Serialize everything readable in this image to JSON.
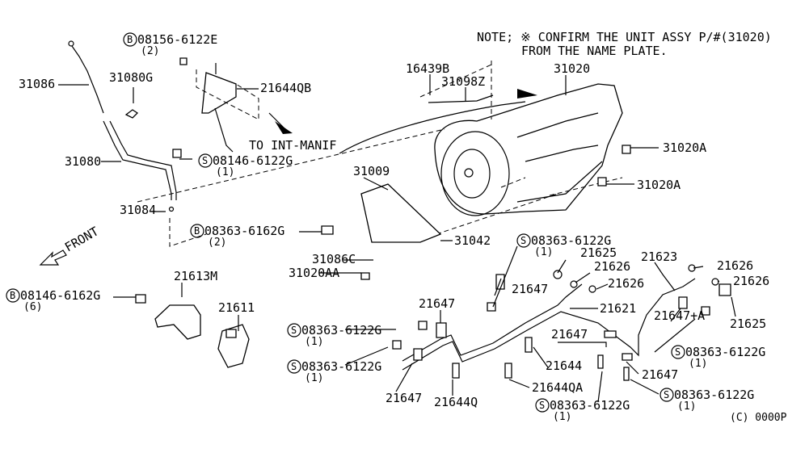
{
  "note": {
    "line1": "NOTE; ※ CONFIRM THE UNIT ASSY  P/#(31020)",
    "line2": "FROM THE NAME PLATE."
  },
  "callouts": [
    {
      "text": "31086"
    },
    {
      "text": "08156-6122E",
      "prefix": "B",
      "qty": "(2)"
    },
    {
      "text": "31080G"
    },
    {
      "text": "21644QB"
    },
    {
      "text": "TO INT-MANIF"
    },
    {
      "text": "31080"
    },
    {
      "text": "08146-6122G",
      "prefix": "S",
      "qty": "(1)"
    },
    {
      "text": "31084"
    },
    {
      "text": "08363-6162G",
      "prefix": "B",
      "qty": "(2)"
    },
    {
      "text": "16439B"
    },
    {
      "text": "31098Z"
    },
    {
      "text": "31020"
    },
    {
      "text": "31020A"
    },
    {
      "text": "31020A"
    },
    {
      "text": "31009"
    },
    {
      "text": "31042"
    },
    {
      "text": "31086C"
    },
    {
      "text": "31020AA"
    },
    {
      "text": "FRONT"
    },
    {
      "text": "08146-6162G",
      "prefix": "B",
      "qty": "(6)"
    },
    {
      "text": "21613M"
    },
    {
      "text": "21611"
    },
    {
      "text": "08363-6122G",
      "prefix": "S",
      "qty": "(1)"
    },
    {
      "text": "21625"
    },
    {
      "text": "21626"
    },
    {
      "text": "21626"
    },
    {
      "text": "21623"
    },
    {
      "text": "21626"
    },
    {
      "text": "21626"
    },
    {
      "text": "21647"
    },
    {
      "text": "21647"
    },
    {
      "text": "21621"
    },
    {
      "text": "08363-6122G",
      "prefix": "S",
      "qty": "(1)"
    },
    {
      "text": "21647"
    },
    {
      "text": "21625"
    },
    {
      "text": "21647+A"
    },
    {
      "text": "21644"
    },
    {
      "text": "08363-6122G",
      "prefix": "S",
      "qty": "(1)"
    },
    {
      "text": "08363-6122G",
      "prefix": "S",
      "qty": "(1)"
    },
    {
      "text": "21647"
    },
    {
      "text": "21644QA"
    },
    {
      "text": "21647"
    },
    {
      "text": "21644Q"
    },
    {
      "text": "08363-6122G",
      "prefix": "S",
      "qty": "(1)"
    },
    {
      "text": "08363-6122G",
      "prefix": "S",
      "qty": "(1)"
    }
  ],
  "diagram_code": "(C) 0000P"
}
